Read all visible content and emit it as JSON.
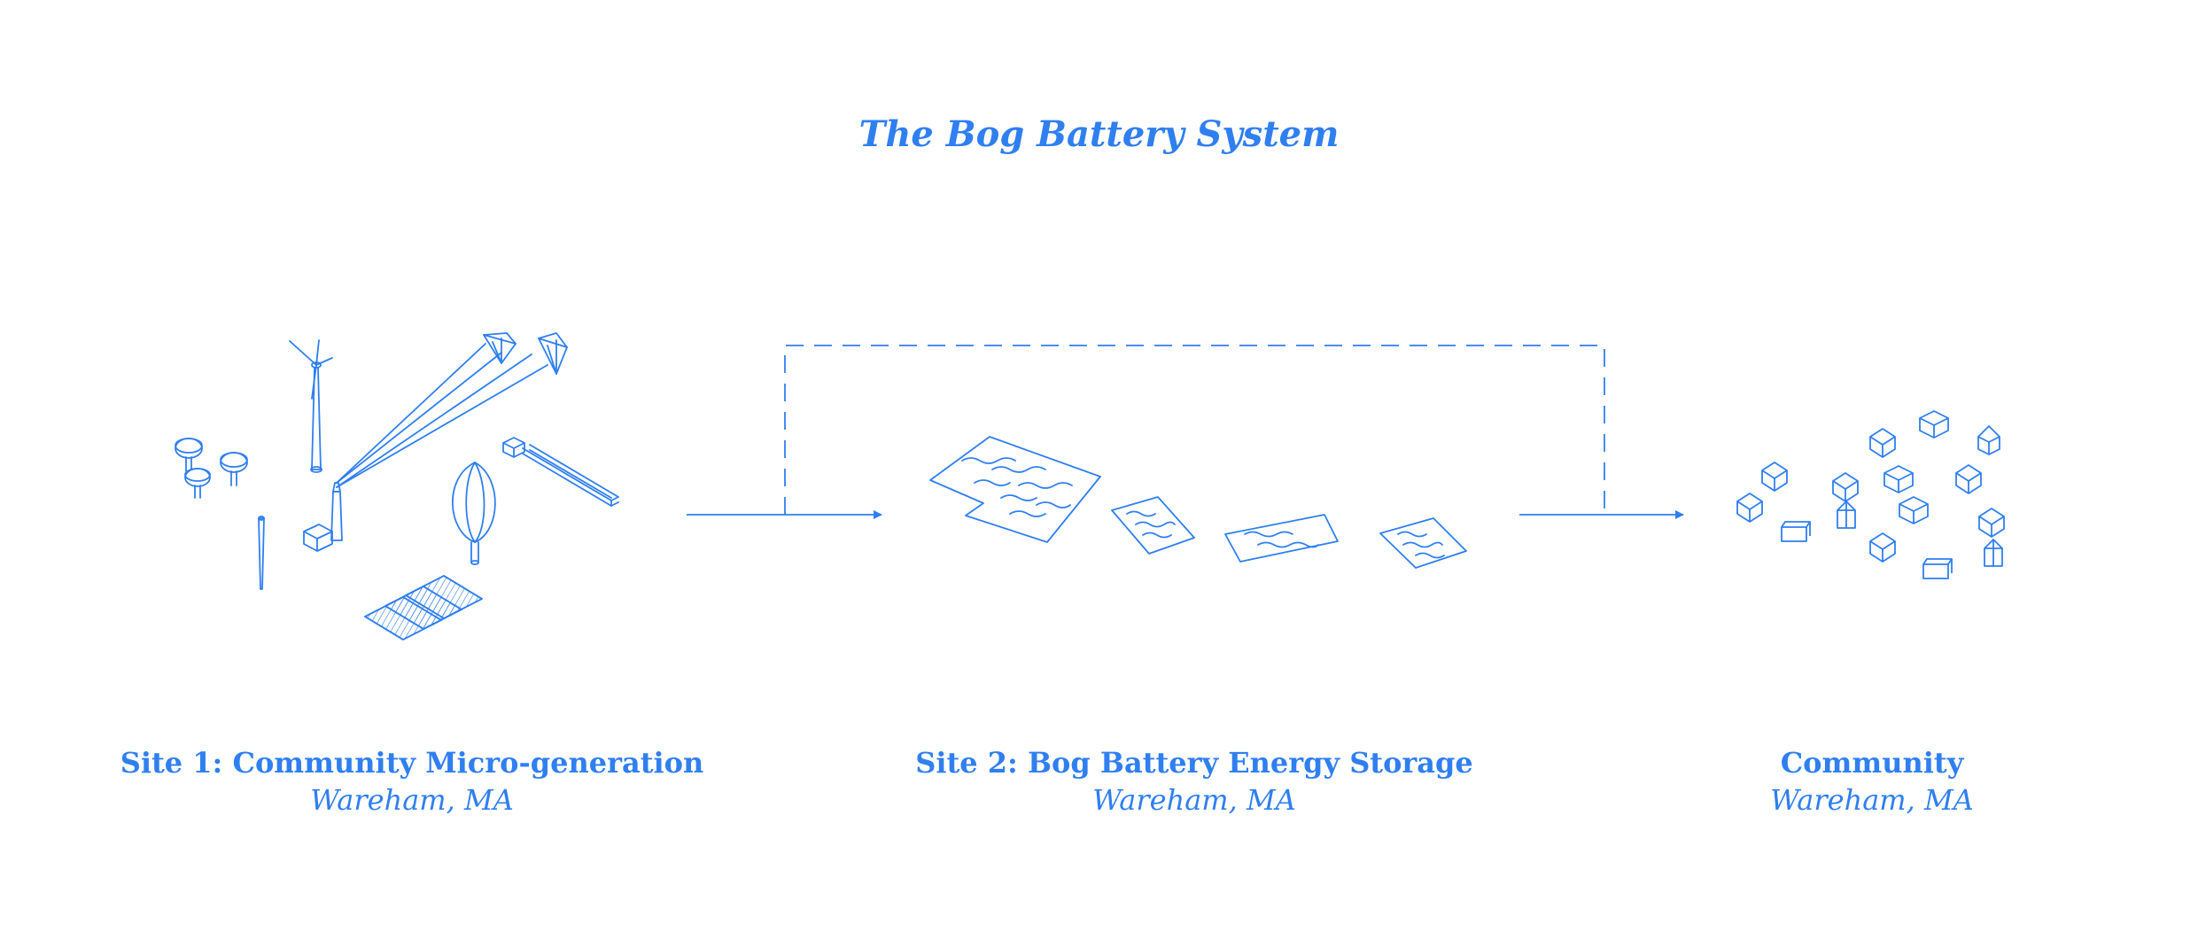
{
  "title": "The Bog Battery System",
  "stages": [
    {
      "name": "Site 1: Community Micro-generation",
      "location": "Wareham, MA"
    },
    {
      "name": "Site 2: Bog Battery Energy Storage",
      "location": "Wareham, MA"
    },
    {
      "name": "Community",
      "location": "Wareham, MA"
    }
  ],
  "colors": {
    "line": "#2f7ff0",
    "text": "#2f7ff0",
    "background": "#ffffff"
  }
}
